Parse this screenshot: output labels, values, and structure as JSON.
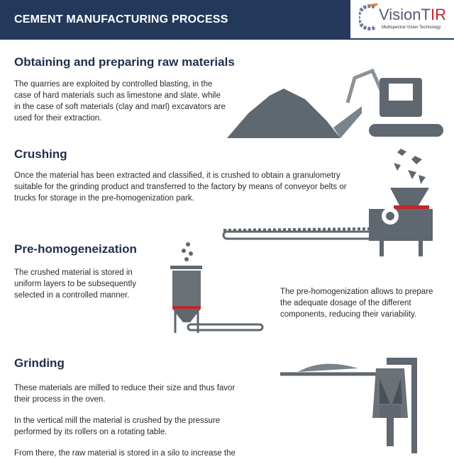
{
  "header": {
    "title": "CEMENT MANUFACTURING PROCESS"
  },
  "logo": {
    "name": "VisionT",
    "name_accent": "IR",
    "tagline": "Multispectral Vision Technology"
  },
  "sections": [
    {
      "title": "Obtaining and preparing raw materials",
      "text": "The quarries are exploited by controlled blasting, in the case of hard materials such as limestone and slate, while in the case of soft materials (clay and marl) excavators are used for their extraction."
    },
    {
      "title": "Crushing",
      "text": "Once the material has been extracted and classified, it is crushed to obtain a granulometry suitable for the grinding product and transferred to the factory by means of conveyor belts or trucks for storage in the pre-homogenization park."
    },
    {
      "title": "Pre-homogeneization",
      "text": "The crushed material is stored in uniform layers to be subsequently selected in a controlled manner.",
      "text2": "The pre-homogenization allows to prepare the adequate dosage of the different components, reducing their variability."
    },
    {
      "title": "Grinding",
      "text": "These materials are milled to reduce their size and thus favor their process in the oven.",
      "text2": "In the vertical mill the material is crushed by the pressure performed by its rollers on a rotating table.",
      "text3": "From there, the raw material is stored in a silo to increase the"
    }
  ],
  "colors": {
    "header": "#24395a",
    "illustration": "#5f6770",
    "accent": "#c0272d"
  }
}
